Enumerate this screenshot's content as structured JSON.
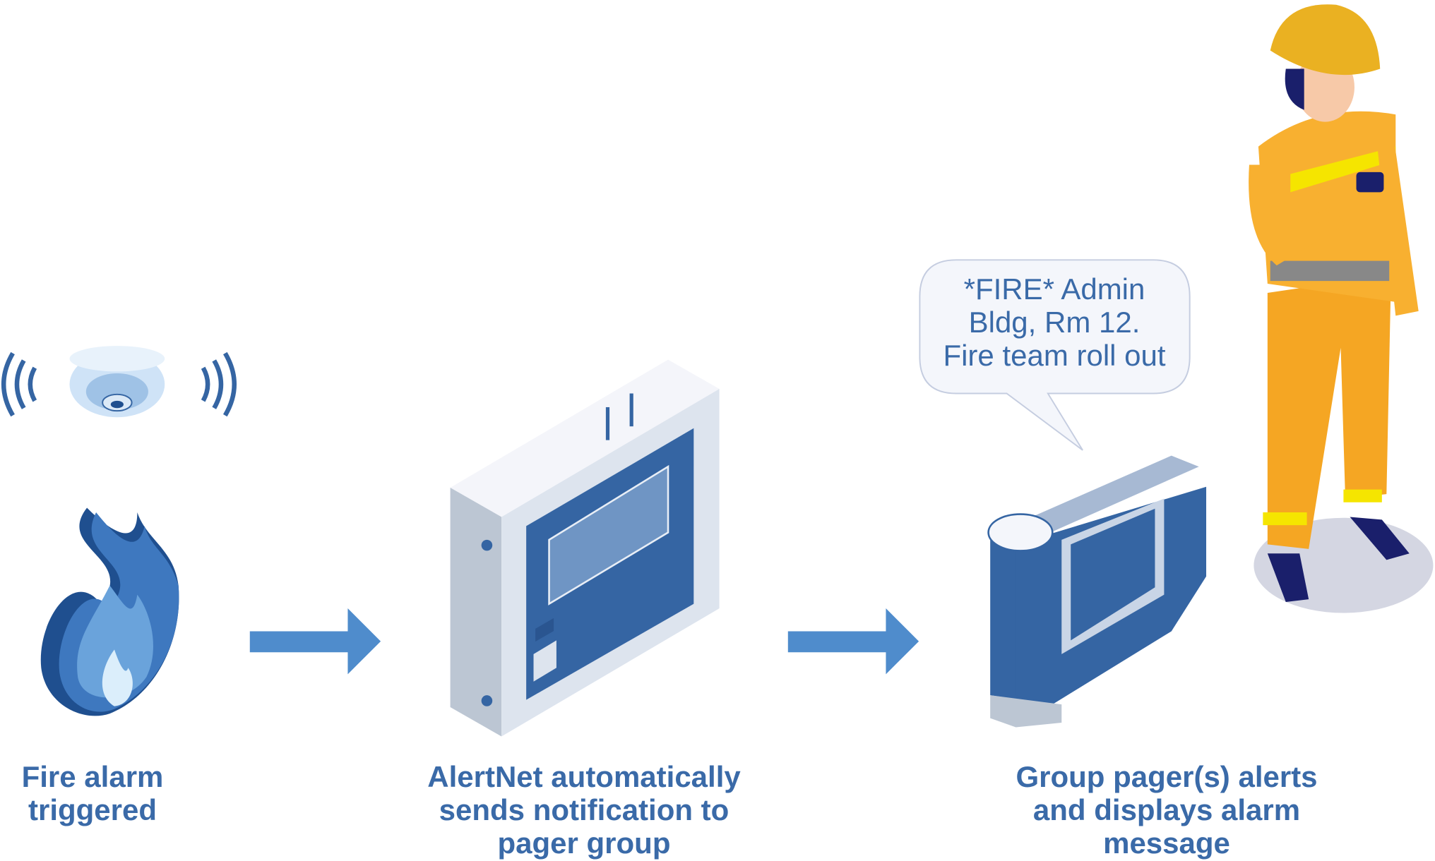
{
  "steps": [
    {
      "lines": [
        "Fire alarm",
        "triggered"
      ],
      "icon": "fire-smoke-detector-icon"
    },
    {
      "lines": [
        "AlertNet automatically",
        "sends notification to",
        "pager group"
      ],
      "icon": "alert-panel-icon"
    },
    {
      "lines": [
        "Group pager(s) alerts",
        "and displays alarm",
        "message"
      ],
      "icon": "pager-icon"
    }
  ],
  "bubble": {
    "lines": [
      "*FIRE* Admin",
      "Bldg, Rm 12.",
      "Fire team roll out"
    ]
  },
  "colors": {
    "text": "#3a6aa8",
    "arrow": "#4f8ccc",
    "panel": "#3565a3",
    "firefighter": "#f5a623"
  }
}
